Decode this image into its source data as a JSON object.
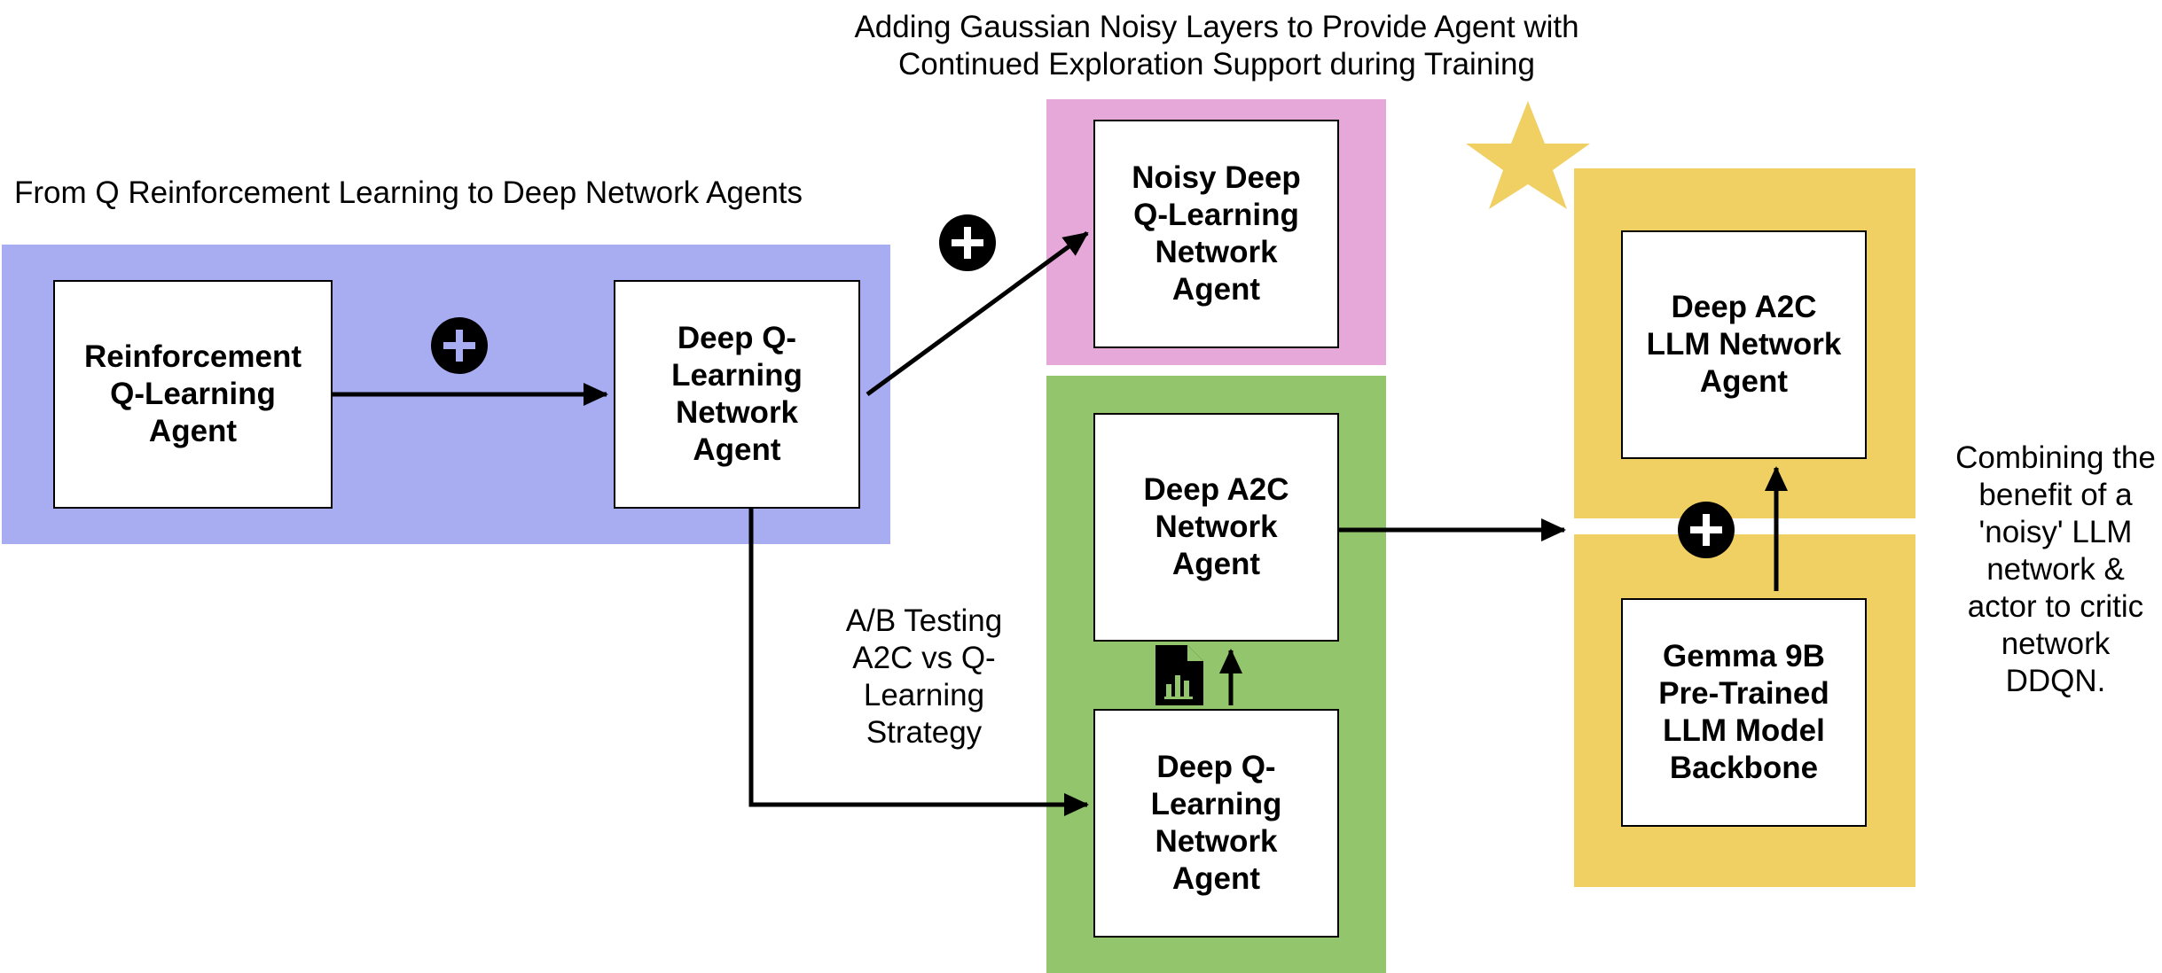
{
  "colors": {
    "region_q": "#a8adf2",
    "region_noisy": "#e5a8d8",
    "region_a2c": "#93c56c",
    "region_llm": "#f0cf63",
    "star": "#f0cf63",
    "line": "#000000",
    "plus_bg": "#000000",
    "plus_fg": "#ffffff"
  },
  "captions": {
    "top": "Adding Gaussian Noisy Layers to Provide Agent with\nContinued Exploration Support during Training",
    "left": "From Q Reinforcement Learning to Deep Network Agents",
    "ab_testing": "A/B Testing\nA2C vs  Q-\nLearning\nStrategy",
    "right": "Combining the\nbenefit of a\n'noisy' LLM\nnetwork &\nactor to critic\nnetwork\nDDQN."
  },
  "boxes": {
    "rl_agent": "Reinforcement\nQ-Learning\nAgent",
    "dqn_agent": "Deep Q-\nLearning\nNetwork\nAgent",
    "noisy_dqn": "Noisy Deep\nQ-Learning\nNetwork\nAgent",
    "a2c_agent": "Deep A2C\nNetwork\nAgent",
    "dqn_agent_2": "Deep Q-\nLearning\nNetwork\nAgent",
    "a2c_llm": "Deep A2C\nLLM Network\nAgent",
    "gemma": "Gemma 9B\nPre-Trained\nLLM Model\nBackbone"
  },
  "icons": [
    "plus-icon",
    "star-icon",
    "document-chart-icon"
  ]
}
